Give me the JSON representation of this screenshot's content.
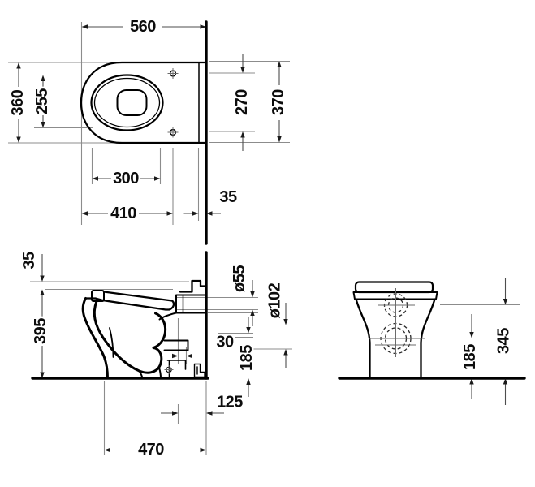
{
  "drawing": {
    "type": "technical-dimension-drawing",
    "subject": "floor-standing toilet, three orthographic views (plan, side section, rear)",
    "units": "mm",
    "colors": {
      "background": "#ffffff",
      "object_line": "#000000",
      "dimension_line": "#4d4d4d",
      "extension_line": "#8c8c8c",
      "label_text": "#0d0d0d"
    }
  },
  "dims": {
    "plan_overall_depth": "560",
    "plan_bowl_width": "360",
    "plan_inner_width": "255",
    "plan_rear_width": "270",
    "plan_overall_width": "370",
    "plan_inner_length": "300",
    "plan_front_to_fixing": "410",
    "plan_wall_flange": "35",
    "side_seat_thickness": "35",
    "side_rim_height": "395",
    "side_inlet_diameter": "ø55",
    "side_outlet_diameter": "ø102",
    "side_outlet_offset": "30",
    "side_outlet_height": "185",
    "side_rear_clearance": "125",
    "side_overall_depth": "470",
    "rear_outlet_height": "185",
    "rear_inlet_height": "345"
  }
}
